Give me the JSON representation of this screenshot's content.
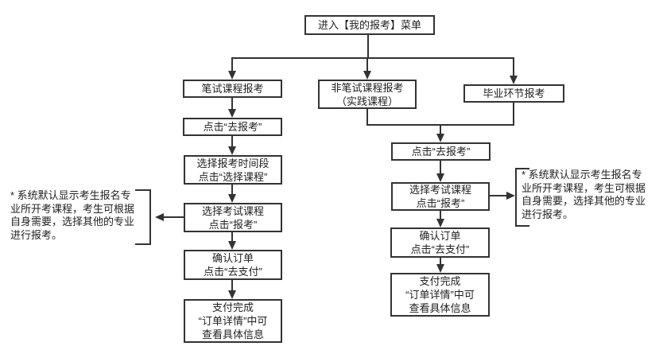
{
  "colors": {
    "line": "#333333",
    "background": "#ffffff",
    "text": "#222222"
  },
  "nodes": {
    "entry": {
      "lines": [
        "进入【我的报考】菜单"
      ]
    },
    "written_course": {
      "lines": [
        "笔试课程报考"
      ]
    },
    "written_go_register": {
      "lines": [
        "点击“去报考”"
      ]
    },
    "written_select_period": {
      "lines": [
        "选择报考时间段",
        "点击“选择课程”"
      ]
    },
    "written_select_course": {
      "lines": [
        "选择考试课程",
        "点击“报考”"
      ]
    },
    "written_confirm_order": {
      "lines": [
        "确认订单",
        "点击“去支付”"
      ]
    },
    "written_payment_done": {
      "lines": [
        "支付完成",
        "“订单详情”中可",
        "查看具体信息"
      ]
    },
    "practical_course": {
      "lines": [
        "非笔试课程报考",
        "（实践课程）"
      ]
    },
    "graduation": {
      "lines": [
        "毕业环节报考"
      ]
    },
    "nonwritten_go_register": {
      "lines": [
        "点击“去报考”"
      ]
    },
    "nonwritten_select_course": {
      "lines": [
        "选择考试课程",
        "点击“报考”"
      ]
    },
    "nonwritten_confirm_order": {
      "lines": [
        "确认订单",
        "点击“去支付”"
      ]
    },
    "nonwritten_payment_done": {
      "lines": [
        "支付完成",
        "“订单详情”中可",
        "查看具体信息"
      ]
    }
  },
  "annotations": {
    "left": {
      "lines": [
        "* 系统默认显示考生报名专",
        "业所开考课程，考生可根据",
        "自身需要，选择其他的专业",
        "进行报考。"
      ]
    },
    "right": {
      "lines": [
        "* 系统默认显示考生报名专",
        "业所开考课程，考生可根据",
        "自身需要，选择其他的专业",
        "进行报考。"
      ]
    }
  }
}
